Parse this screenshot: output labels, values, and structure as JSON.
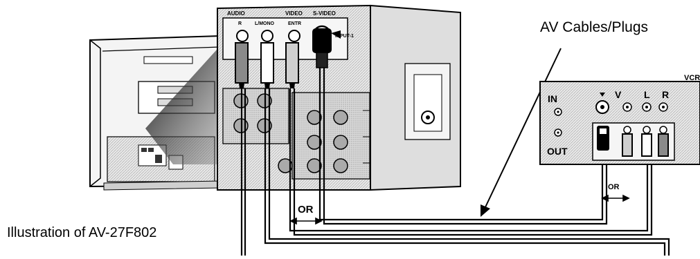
{
  "labels": {
    "cables": "AV Cables/Plugs",
    "caption": "Illustration of AV-27F802",
    "or_left": "OR",
    "or_right": "OR"
  },
  "tv_panel": {
    "jack_header_audio": "AUDIO",
    "jack_header_video": "VIDEO",
    "jack_header_svideo": "S-VIDEO",
    "jack_r": "R",
    "jack_l_mono": "L/MONO",
    "entr": "ENTR",
    "input": "INPUT-1"
  },
  "vcr": {
    "title": "VCR",
    "in": "IN",
    "out": "OUT",
    "v": "V",
    "l": "L",
    "r": "R"
  },
  "colors": {
    "line": "#000000",
    "panel_fill": "#e6e6e6",
    "hatch": "#9a9a9a",
    "jack_gray": "#8a8a8a"
  },
  "icons": [
    "tv-rear-icon",
    "vcr-panel-icon",
    "rca-plug-icon",
    "s-video-plug-icon",
    "double-arrow-icon",
    "arrow-icon"
  ]
}
